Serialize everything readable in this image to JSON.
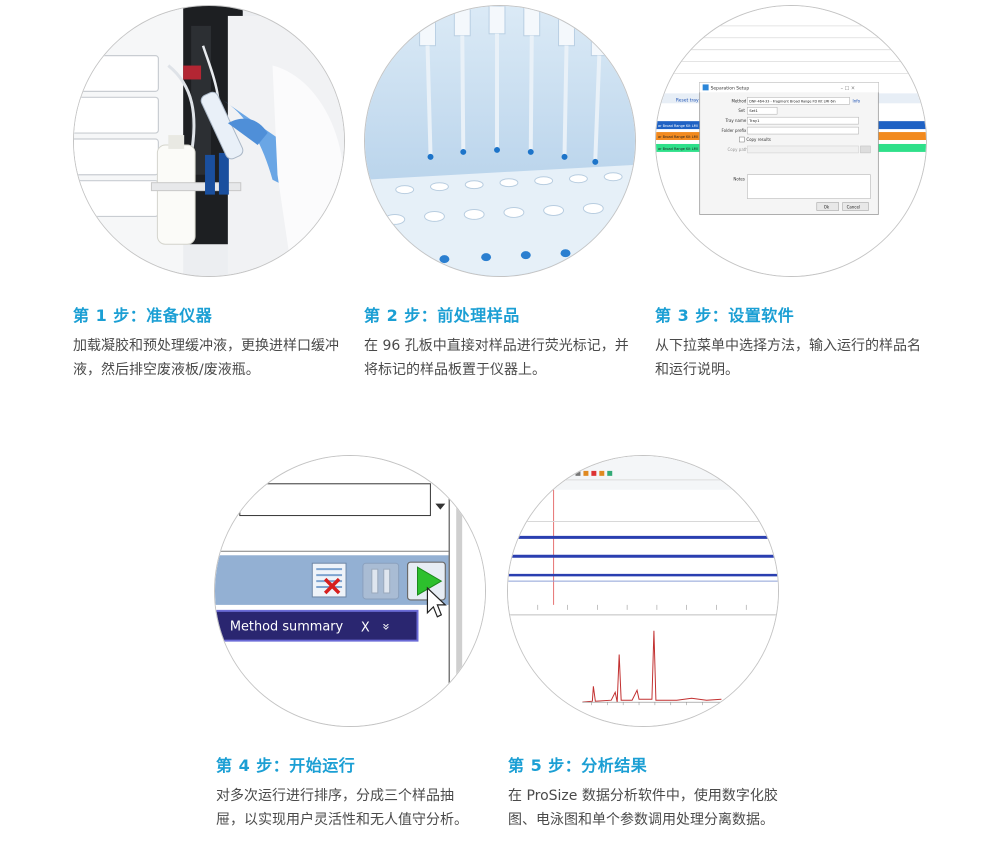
{
  "steps": [
    {
      "title": "第 1 步：准备仪器",
      "desc": "加载凝胶和预处理缓冲液，更换进样口缓冲液，然后排空废液板/废液瓶。"
    },
    {
      "title": "第 2 步：前处理样品",
      "desc": "在 96 孔板中直接对样品进行荧光标记，并将标记的样品板置于仪器上。"
    },
    {
      "title": "第 3 步：设置软件",
      "desc": "从下拉菜单中选择方法，输入运行的样品名和运行说明。"
    },
    {
      "title": "第 4 步：开始运行",
      "desc": "对多次运行进行排序，分成三个样品抽屉，以实现用户灵活性和无人值守分析。"
    },
    {
      "title": "第 5 步：分析结果",
      "desc": "在 ProSize 数据分析软件中，使用数字化胶图、电泳图和单个参数调用处理分离数据。"
    }
  ],
  "dialog": {
    "title": "Separation Setup",
    "method_label": "Method",
    "method_value": "DNF-464-33 - Fragment Broad Range FD Kit LMI 6in",
    "info_link": "Info",
    "set_label": "Set",
    "set_value": "Set1",
    "tray_name_label": "Tray name",
    "tray_name_value": "Tray1",
    "folder_prefix_label": "Folder prefix",
    "copy_results_label": "Copy results",
    "copy_path_label": "Copy path",
    "notes_label": "Notes",
    "ok_label": "Ok",
    "cancel_label": "Cancel",
    "reset_label": "Reset tray",
    "list_items": [
      "ar Broad Range Kit LMI",
      "ar Broad Range Kit LMI",
      "ar Broad Range Kit LMI"
    ]
  },
  "run_panel": {
    "method_summary_label": "Method summary",
    "close_glyph": "X",
    "expand_glyph": "»"
  },
  "colors": {
    "accent": "#1b9fd4",
    "text": "#4a4a4a",
    "toolbar": "#93b0d3",
    "method_bar": "#2a2670",
    "play": "#2dc02d"
  }
}
